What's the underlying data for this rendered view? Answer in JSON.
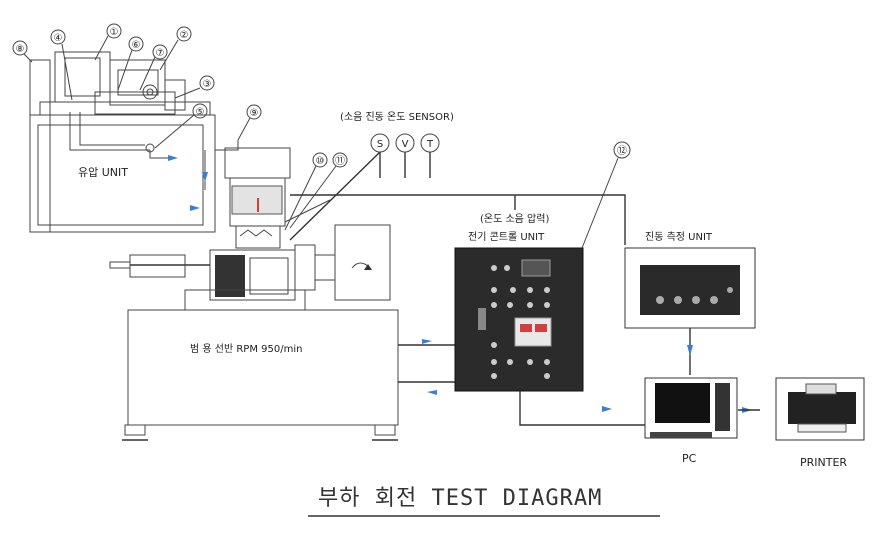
{
  "labels": {
    "oil_unit": "유압 UNIT",
    "sensor_caption": "(소음 진동 온도 SENSOR)",
    "lathe": "범 용 선반 RPM 950/min",
    "control_caption_1": "(온도 소음 압력)",
    "control_caption_2": "전기 콘트롤 UNIT",
    "vibration_unit": "진동 측정 UNIT",
    "pc": "PC",
    "printer": "PRINTER",
    "title": "부하 회전 TEST DIAGRAM"
  },
  "sensors": [
    "S",
    "V",
    "T"
  ],
  "callouts": [
    "①",
    "②",
    "③",
    "④",
    "⑤",
    "⑥",
    "⑦",
    "⑧",
    "⑨",
    "⑩",
    "⑪",
    "⑫"
  ],
  "colors": {
    "arrow": "#3a7fd0",
    "line": "#333333",
    "panel": "#2b2b2b"
  }
}
